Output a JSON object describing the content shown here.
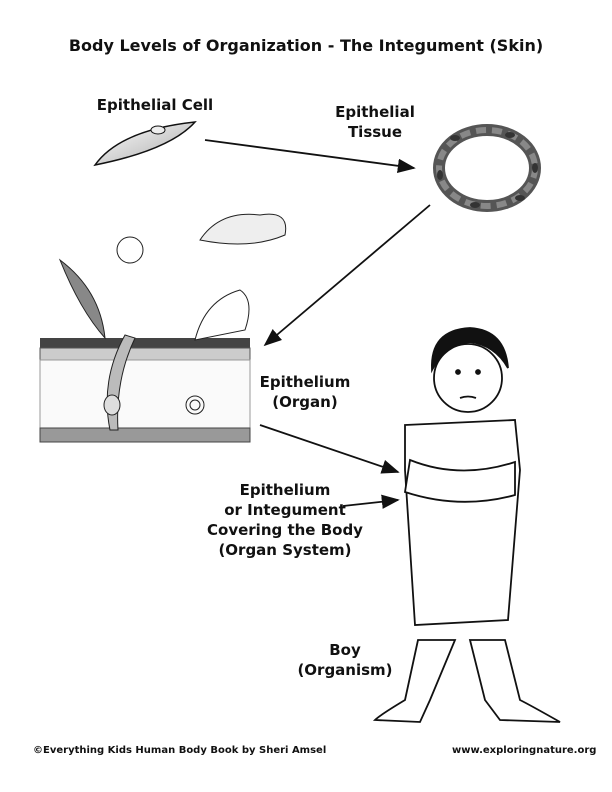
{
  "title": "Body Levels of Organization - The Integument (Skin)",
  "labels": {
    "cell": "Epithelial Cell",
    "tissue_line1": "Epithelial",
    "tissue_line2": "Tissue",
    "organ_line1": "Epithelium",
    "organ_line2": "(Organ)",
    "system_line1": "Epithelium",
    "system_line2": "or Integument",
    "system_line3": "Covering the Body",
    "system_line4": "(Organ System)",
    "organism_line1": "Boy",
    "organism_line2": "(Organism)"
  },
  "footer": {
    "credit": "©Everything Kids Human Body Book by Sheri Amsel",
    "website": "www.exploringnature.org"
  }
}
